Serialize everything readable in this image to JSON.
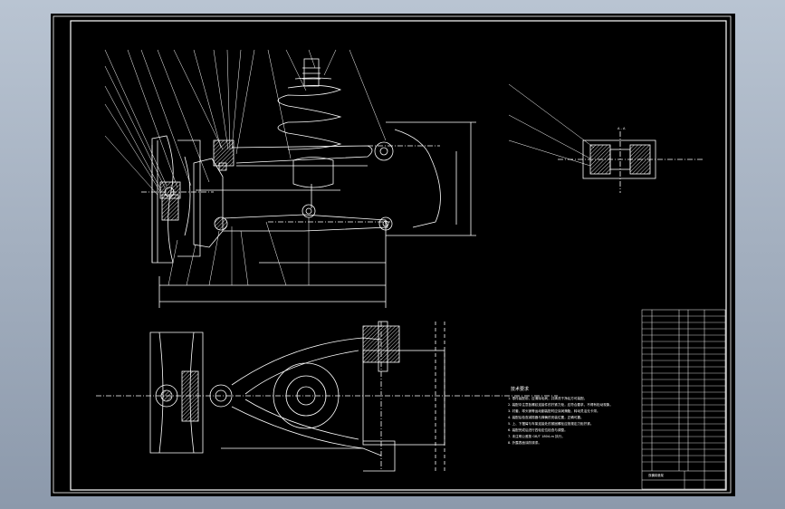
{
  "viewport": {
    "background": "#9aa6b6",
    "paper": "#000000",
    "line": "#ffffff",
    "hatch": "#ffffff"
  },
  "drawing": {
    "section_label": "A - A",
    "tech_title": "技术要求",
    "tech_lines": [
      "1. 零件装配前，应清除毛刺，并清洗干净后方可装配。",
      "2. 装配中注意各螺纹连接件的拧紧力矩，应符合要求，不得有松动现象。",
      "3. 衬套、球头销等运动副装配时应涂润滑脂，转动灵活无卡滞。",
      "4. 装配后检查减振器与弹簧的安装位置，正确可靠。",
      "5. 上、下摆臂与车架连接处的紧固螺栓应按规定力矩拧紧。",
      "6. 装配完成后进行四轮定位检查与调整。",
      "7. 未注明公差按 GB/T 1804-m 执行。",
      "8. 外露表面涂防锈漆。"
    ],
    "title_block_caption": "双横臂悬架"
  }
}
